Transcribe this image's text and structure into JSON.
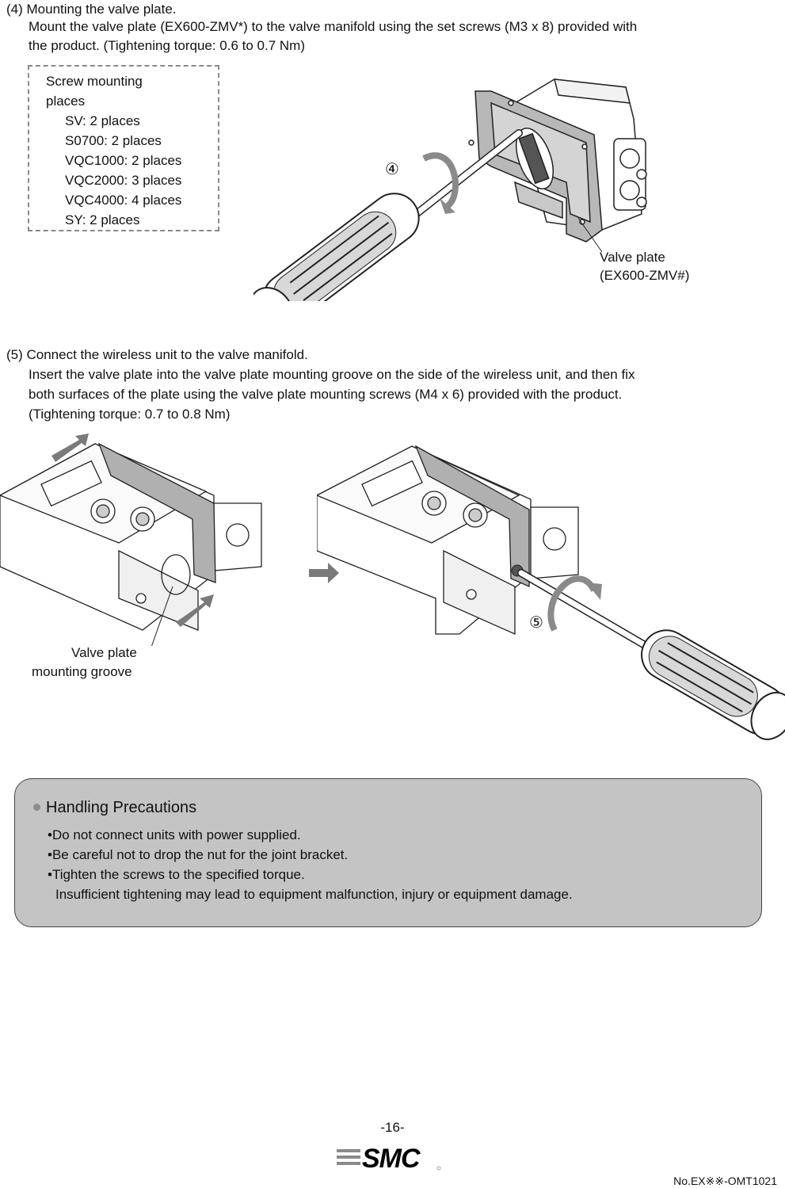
{
  "step4": {
    "heading": "(4) Mounting the valve plate.",
    "line1": "Mount the valve plate (EX600-ZMV*) to the valve manifold using the set screws (M3 x 8) provided with",
    "line2": "the product. (Tightening torque: 0.6 to 0.7 Nm)",
    "screw_box": {
      "title_line1": "Screw mounting",
      "title_line2": "places",
      "items": [
        "SV: 2 places",
        "S0700: 2 places",
        "VQC1000: 2 places",
        "VQC2000: 3 places",
        "VQC4000: 4 places",
        "SY: 2 places"
      ]
    },
    "marker": "④",
    "callout_line1": "Valve plate",
    "callout_line2": "(EX600-ZMV#)"
  },
  "step5": {
    "heading": "(5) Connect the wireless unit to the valve manifold.",
    "line1": "Insert the valve plate into the valve plate mounting groove on the side of the wireless unit, and then fix",
    "line2": "both surfaces of the plate using the valve plate mounting screws (M4 x 6) provided with the product.",
    "line3": "(Tightening torque: 0.7 to 0.8 Nm)",
    "marker": "⑤",
    "callout_line1": "Valve plate",
    "callout_line2": "mounting groove"
  },
  "precautions": {
    "title": "Handling Precautions",
    "items": [
      "•Do not connect units with power supplied.",
      "•Be careful not to drop the nut for the joint bracket.",
      "•Tighten the screws to the specified torque.",
      "Insufficient tightening may lead to equipment malfunction, injury or equipment damage."
    ]
  },
  "footer": {
    "page_number": "-16-",
    "logo_text": "SMC",
    "doc_number": "No.EX※※-OMT1021"
  }
}
